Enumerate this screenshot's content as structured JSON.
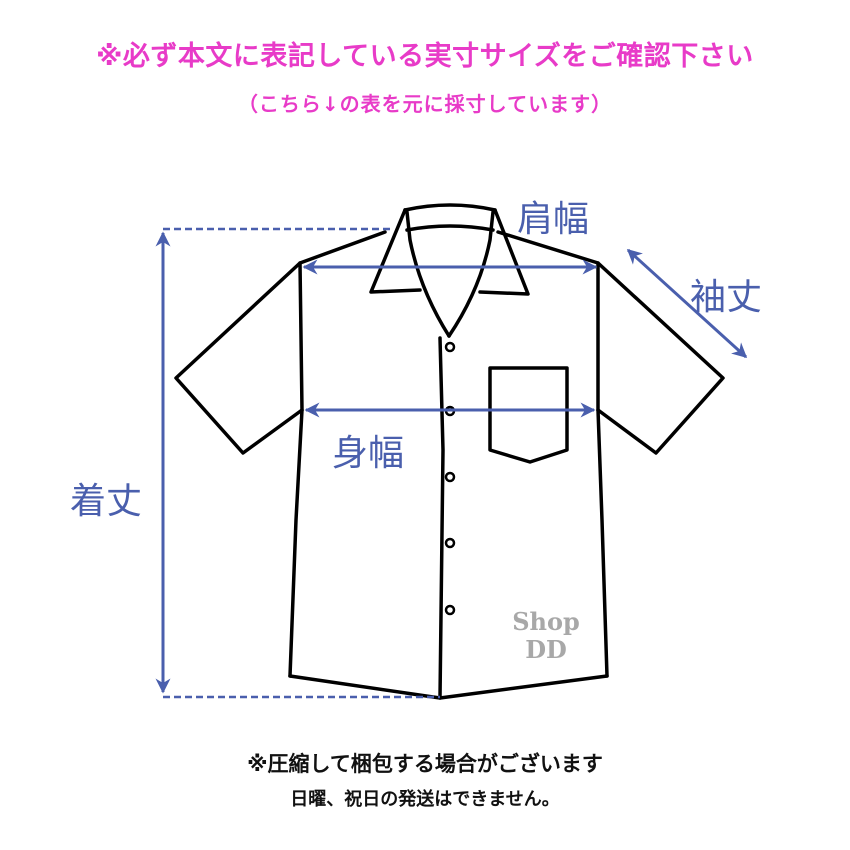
{
  "header": {
    "notice_main": "※必ず本文に表記している実寸サイズをご確認下さい",
    "notice_sub": "（こちら↓の表を元に採寸しています）",
    "notice_color": "#e83bc8"
  },
  "diagram": {
    "subject": "open-collar short-sleeve shirt",
    "measure_color": "#4a5fad",
    "outline_color": "#000000",
    "labels": {
      "shoulder_width": "肩幅",
      "sleeve_length": "袖丈",
      "body_width": "身幅",
      "total_length": "着丈"
    },
    "button_count": 5
  },
  "watermark": {
    "line1": "Shop",
    "line2": "DD"
  },
  "footer": {
    "line1": "※圧縮して梱包する場合がございます",
    "line2": "日曜、祝日の発送はできません。"
  }
}
